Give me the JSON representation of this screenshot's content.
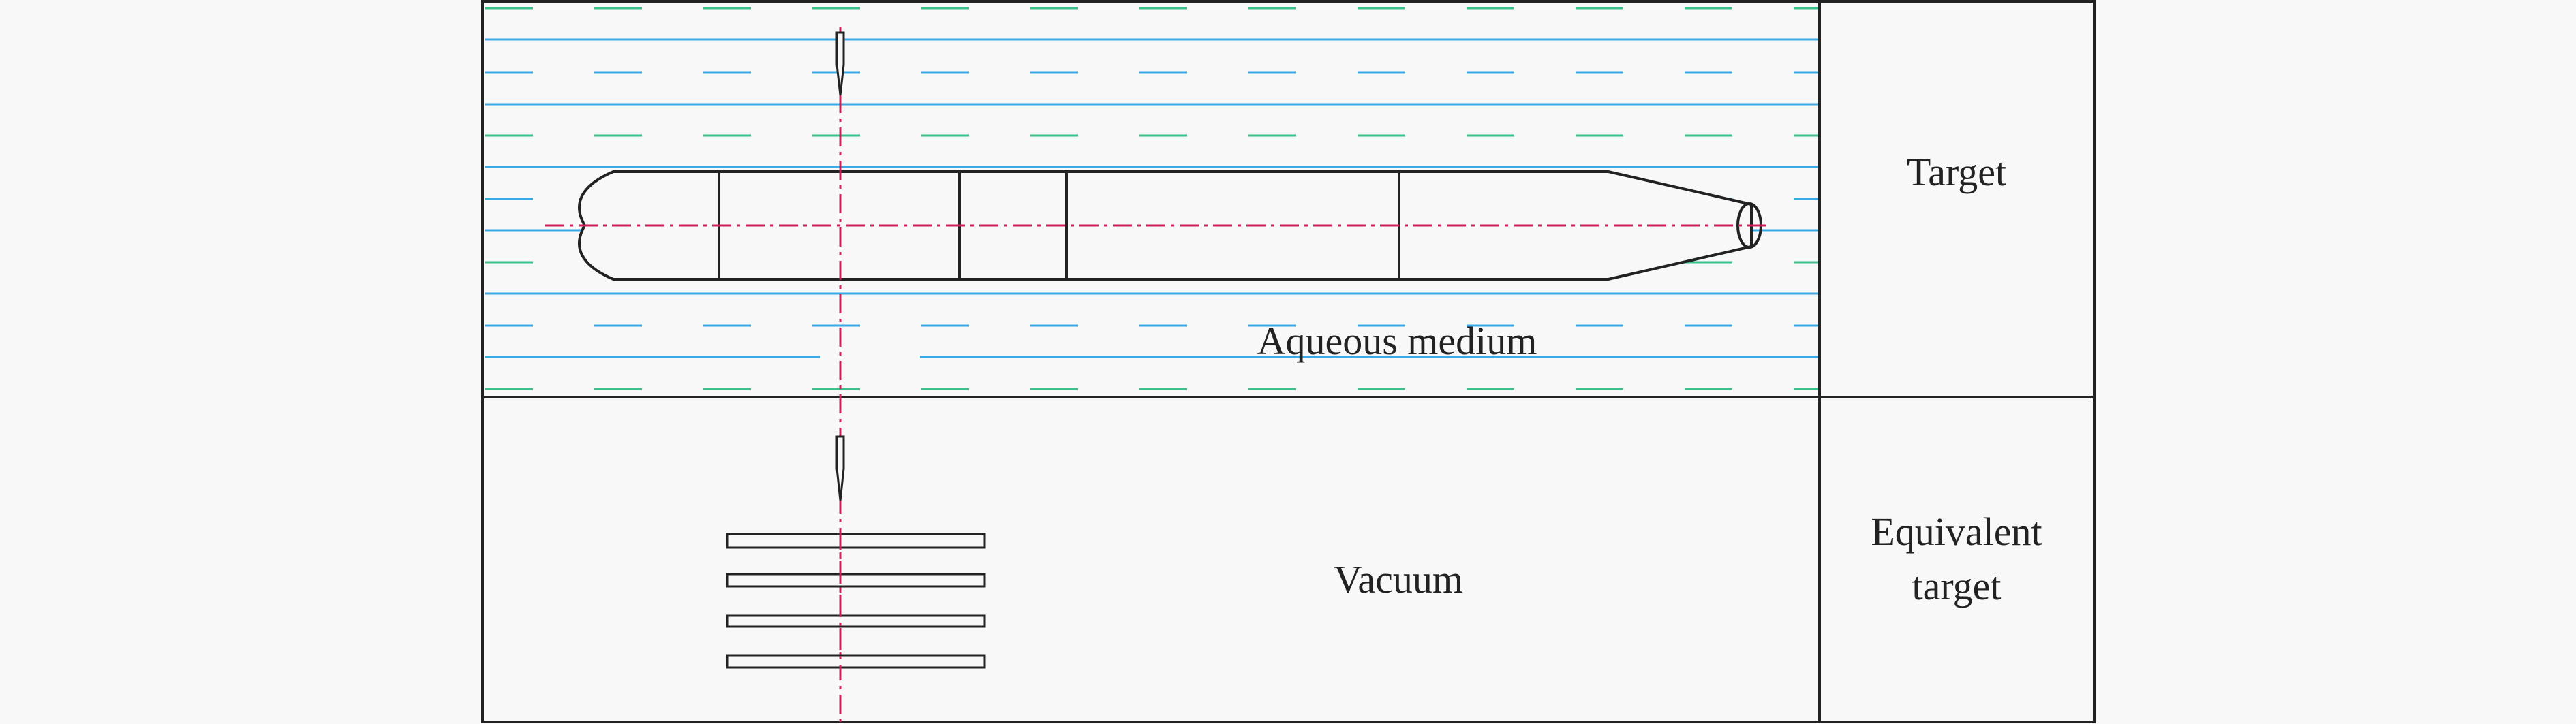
{
  "labels": {
    "target": "Target",
    "equivalent_target_line1": "Equivalent",
    "equivalent_target_line2": "target",
    "aqueous_medium": "Aqueous medium",
    "vacuum": "Vacuum"
  },
  "colors": {
    "background": "#f8f8f8",
    "outline": "#222222",
    "water_line": "#3aa9e6",
    "water_dash_green": "#3cc08a",
    "water_dash_blue": "#3aa9e6",
    "axis_line": "#d0205a"
  }
}
